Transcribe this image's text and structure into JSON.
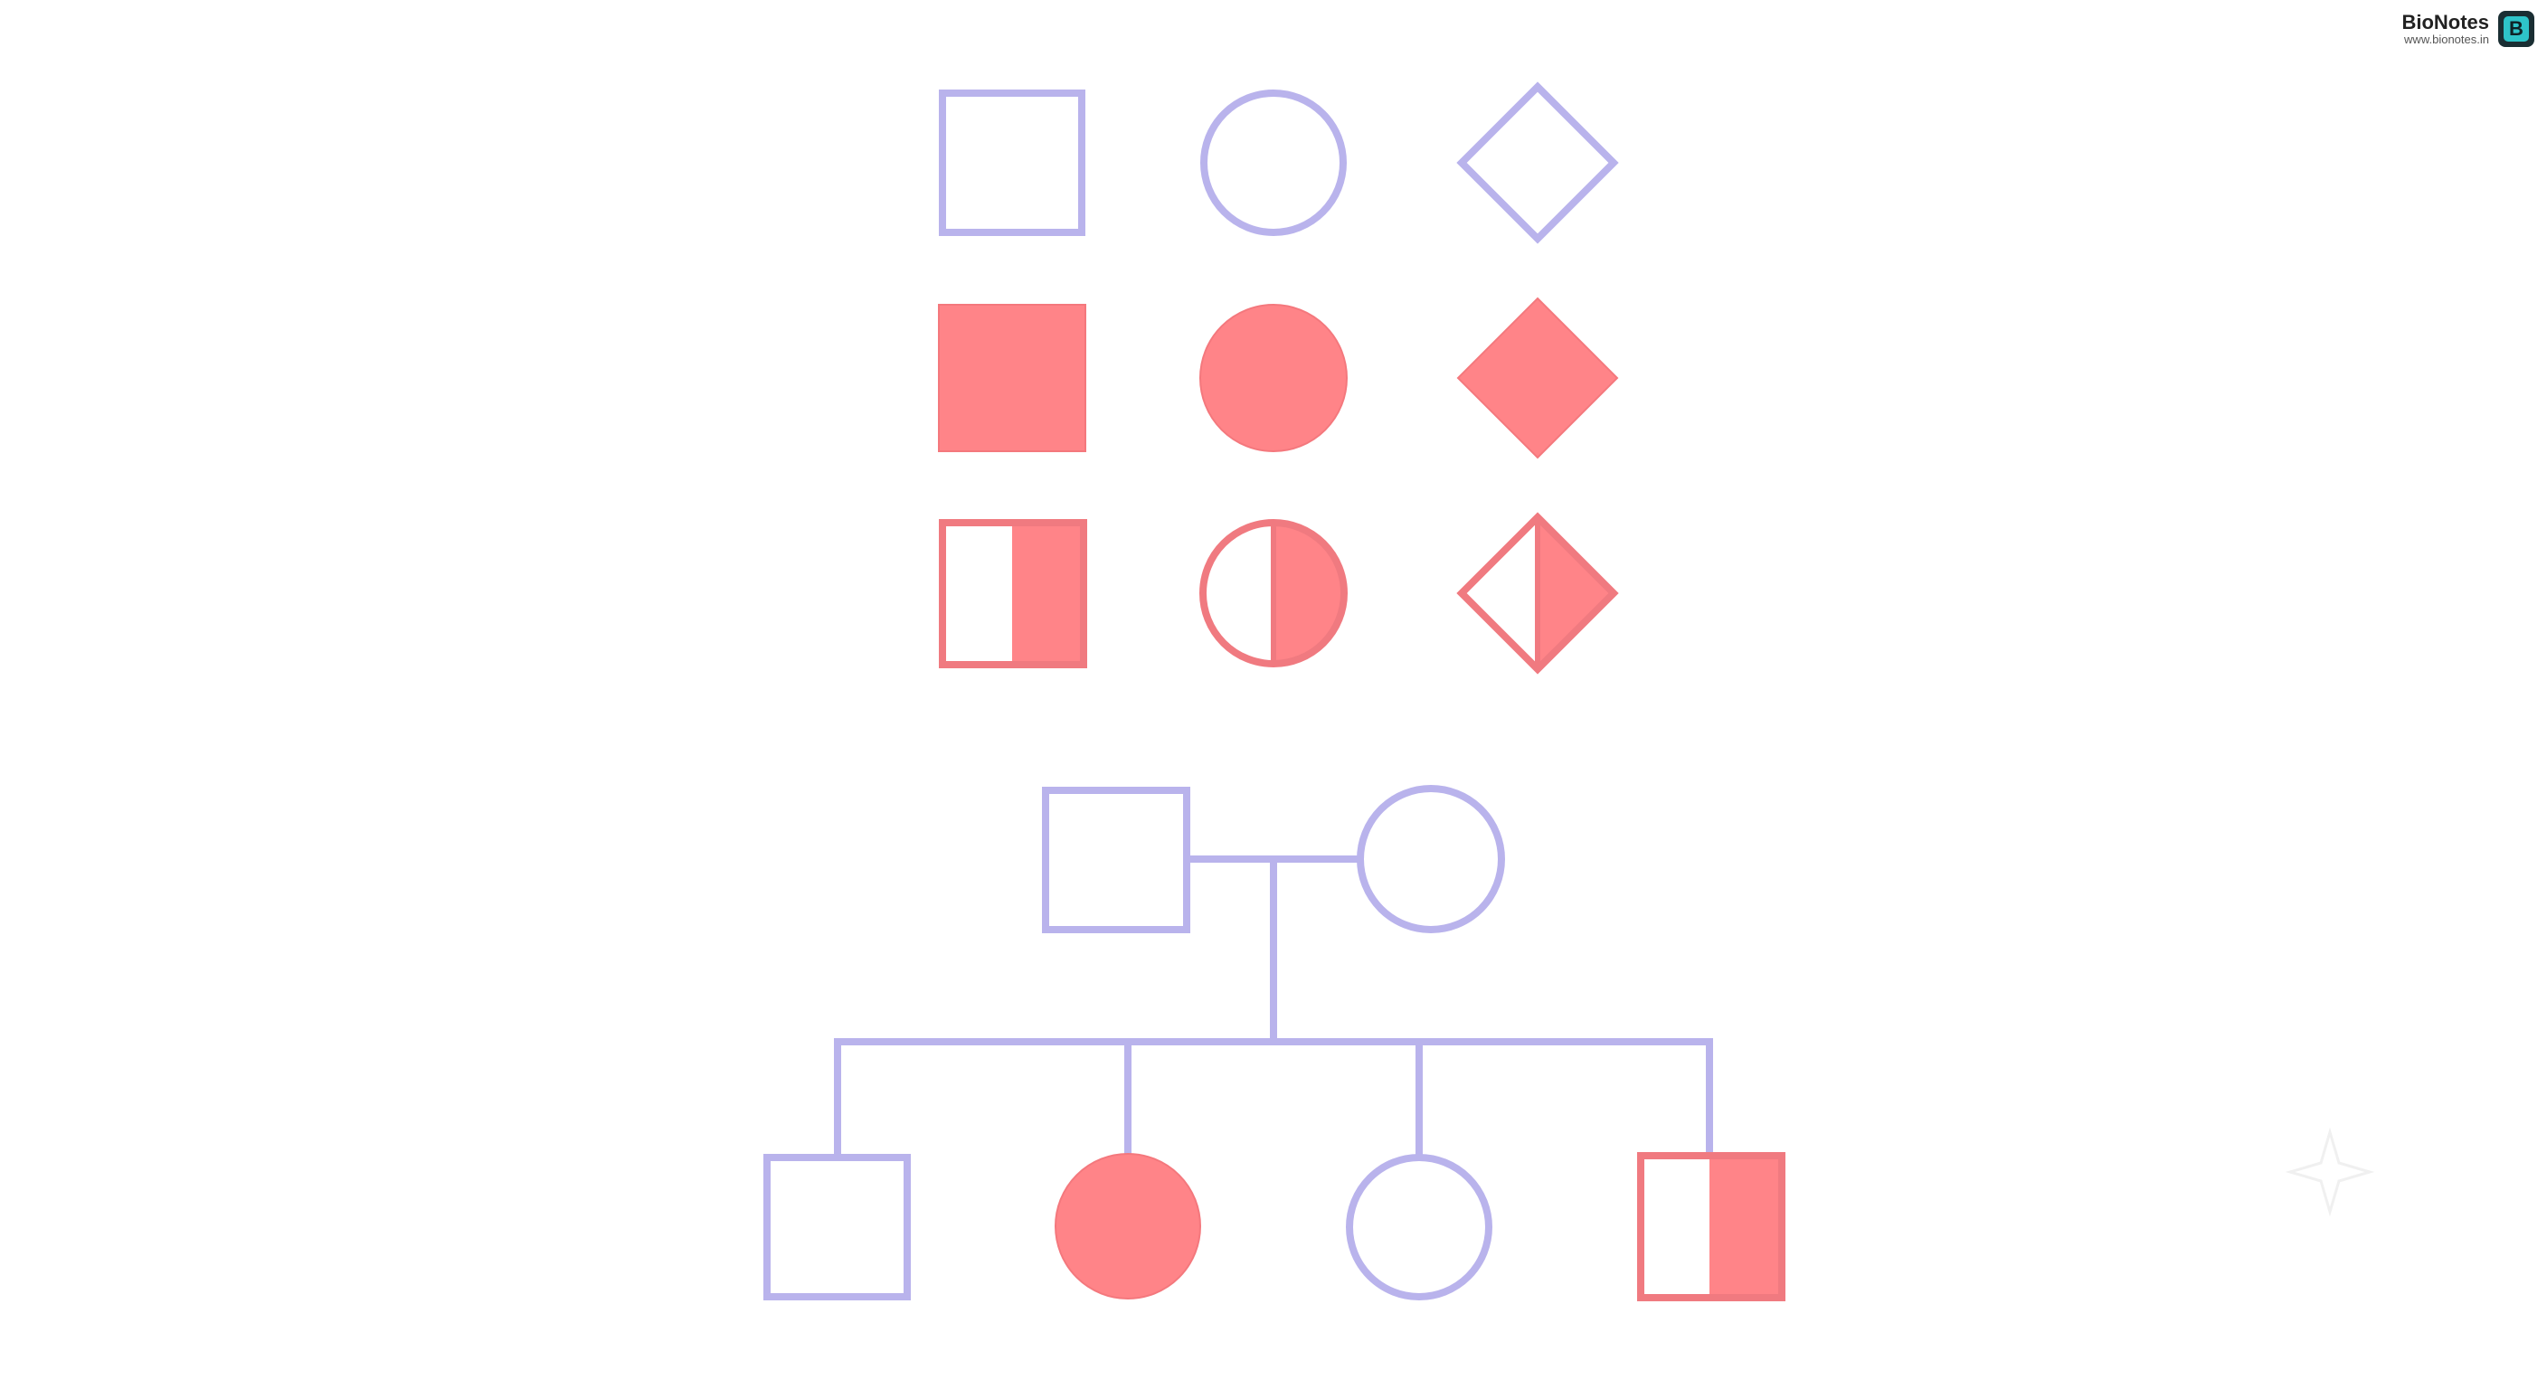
{
  "brand": {
    "name": "BioNotes",
    "url": "www.bionotes.in",
    "logo_letter": "B",
    "logo_color": "#2ec4c9"
  },
  "colors": {
    "unaffected": "#b9b3ec",
    "affected": "#ff8488",
    "carrier_outline": "#f07a80",
    "background": "#ffffff"
  },
  "legend_symbols": [
    {
      "id": "unaffected-male",
      "shape": "square",
      "status": "unaffected"
    },
    {
      "id": "unaffected-female",
      "shape": "circle",
      "status": "unaffected"
    },
    {
      "id": "unaffected-unknown-sex",
      "shape": "diamond",
      "status": "unaffected"
    },
    {
      "id": "affected-male",
      "shape": "square",
      "status": "affected"
    },
    {
      "id": "affected-female",
      "shape": "circle",
      "status": "affected"
    },
    {
      "id": "affected-unknown-sex",
      "shape": "diamond",
      "status": "affected"
    },
    {
      "id": "carrier-male",
      "shape": "square",
      "status": "carrier"
    },
    {
      "id": "carrier-female",
      "shape": "circle",
      "status": "carrier"
    },
    {
      "id": "carrier-unknown-sex",
      "shape": "diamond",
      "status": "carrier"
    }
  ],
  "pedigree": {
    "parents": [
      {
        "id": "father",
        "shape": "square",
        "status": "unaffected"
      },
      {
        "id": "mother",
        "shape": "circle",
        "status": "unaffected"
      }
    ],
    "children": [
      {
        "id": "son-1",
        "shape": "square",
        "status": "unaffected"
      },
      {
        "id": "daughter-1",
        "shape": "circle",
        "status": "affected"
      },
      {
        "id": "daughter-2",
        "shape": "circle",
        "status": "unaffected"
      },
      {
        "id": "son-2",
        "shape": "square",
        "status": "carrier"
      }
    ]
  }
}
